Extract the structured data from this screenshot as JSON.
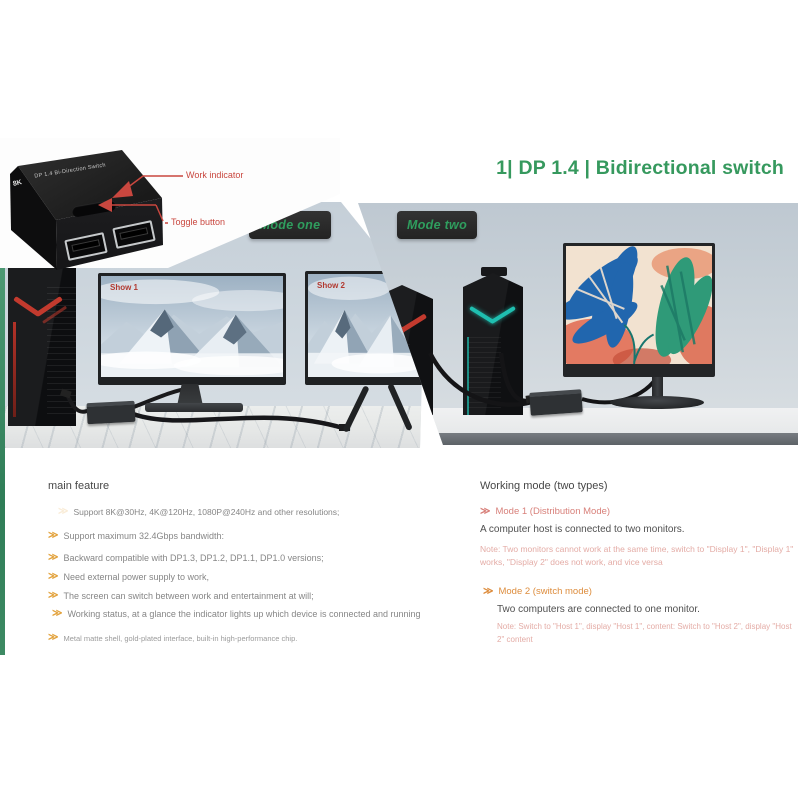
{
  "title": "1| DP 1.4 | Bidirectional switch",
  "colors": {
    "title_green": "#36995e",
    "mode_badge_text_green": "#2f9e5e",
    "annotation_red": "#c9473f",
    "bullet_gold": "#e2a23c",
    "mode1_salmon": "#d8807a",
    "mode2_orange": "#dd8c3c",
    "note_pink": "#e4aca6",
    "tower_accent_red": "#c23a2e",
    "tower_accent_teal": "#1fbfb0"
  },
  "icons": {
    "bullet": "≫"
  },
  "device": {
    "logo": "8K",
    "name_on_top": "DP 1.4 Bi-Direction Switch",
    "annotations": {
      "work_indicator": "Work indicator",
      "toggle_button": "Toggle button"
    }
  },
  "mode_badges": {
    "one": "Mode one",
    "two": "Mode two"
  },
  "left_scene": {
    "monitor1_label": "Show 1",
    "monitor2_label": "Show 2"
  },
  "features": {
    "heading": "main feature",
    "items": [
      "Support 8K@30Hz, 4K@120Hz, 1080P@240Hz and other resolutions;",
      "Support maximum 32.4Gbps bandwidth:",
      "Backward compatible with DP1.3, DP1.2, DP1.1, DP1.0 versions;",
      "Need external power supply to work,",
      "The screen can switch between work and entertainment at will;",
      "Working status, at a glance the indicator lights up which device is connected and running",
      "Metal matte shell, gold-plated interface, built-in high-performance chip."
    ]
  },
  "working_mode": {
    "heading": "Working mode (two types)",
    "mode1": {
      "title": "Mode 1 (Distribution Mode)",
      "description": "A computer host is connected to two monitors.",
      "note": "Note: Two monitors cannot work at the same time, switch to \"Display 1\", \"Display 1\" works, \"Display 2\" does not work, and vice versa"
    },
    "mode2": {
      "title": "Mode 2 (switch mode)",
      "description": "Two computers are connected to one monitor.",
      "note": "Note: Switch to \"Host 1\", display \"Host 1\", content: Switch to \"Host 2\", display \"Host 2\" content"
    }
  }
}
